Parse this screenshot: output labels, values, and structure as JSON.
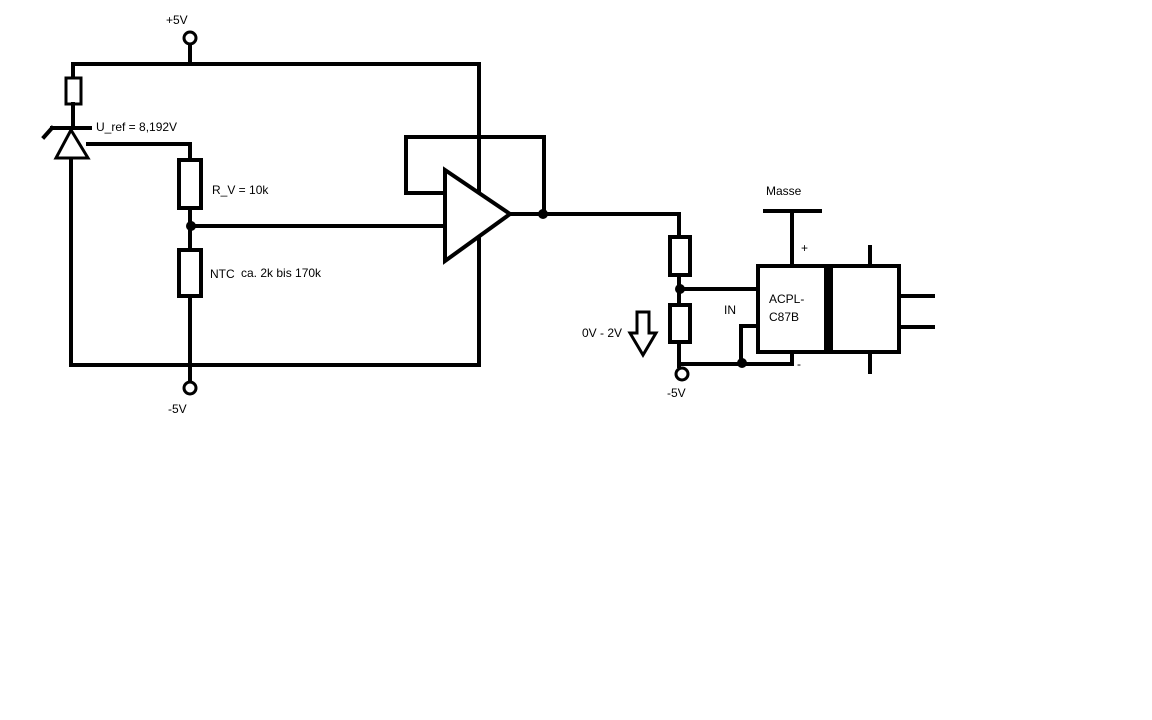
{
  "labels": {
    "vplus": "+5V",
    "vminus_left": "-5V",
    "vminus_right": "-5V",
    "uref": "U_ref = 8,192V",
    "rv": "R_V = 10k",
    "ntc_name": "NTC",
    "ntc_range": "ca. 2k bis 170k",
    "masse": "Masse",
    "plus_pin": "+",
    "minus_pin": "-",
    "in_pin": "IN",
    "ic_line1": "ACPL-",
    "ic_line2": "C87B",
    "voltage_range": "0V - 2V"
  }
}
